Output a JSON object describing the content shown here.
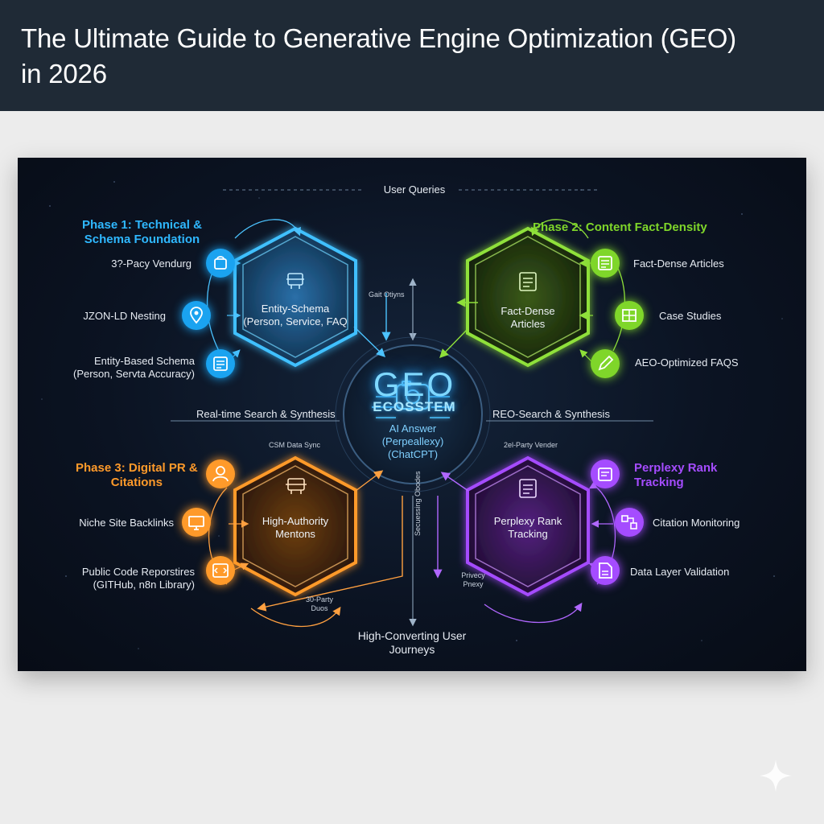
{
  "header": {
    "title": "The Ultimate Guide to Generative Engine Optimization (GEO)\n in 2026"
  },
  "diagram": {
    "top_label": "User Queries",
    "bottom_label": "High-Converting User\nJourneys",
    "center_title": "GEO",
    "center_subtitle": "ECOSSTEM",
    "center_node": "AI Answer\n(Perpeallexy)\n(ChatCPT)",
    "left_flow": "Real-time Search & Synthesis",
    "right_flow": "REO-Search & Synthesis",
    "gait_label": "Gait Otiyns",
    "csm_label": "CSM Data Sync",
    "vender_label": "2el-Party Vender",
    "vertical_label": "Secuessing Obodes",
    "party_bottom": "30-Party\nDuos",
    "privacy_label": "Privecy\nPnexy",
    "phases": [
      {
        "id": "phase1",
        "title": "Phase 1: Technical &\nSchema Foundation",
        "color": "#2fb8ff",
        "hex_label": "Entity-Schema\n(Person, Service, FAQ",
        "items": [
          "3?-Pacy Vendurg",
          "JZON-LD Nesting",
          "Entity-Based Schema\n(Person, Servta Accuracy)"
        ],
        "icons": [
          "shopping-bag-icon",
          "location-pin-icon",
          "document-list-icon"
        ]
      },
      {
        "id": "phase2",
        "title": "Phase 2: Content Fact-Density",
        "color": "#7fd62a",
        "hex_label": "Fact-Dense\nArticles",
        "items": [
          "Fact-Dense Articles",
          "Case Studies",
          "AEO-Optimized FAQS"
        ],
        "icons": [
          "article-icon",
          "grid-icon",
          "pencil-icon"
        ]
      },
      {
        "id": "phase3",
        "title": "Phase 3: Digital PR &\nCitations",
        "color": "#ff9a2a",
        "hex_label": "High-Authority\nMentons",
        "items": [
          "Niche Site Backlinks",
          "Public Code Reporstires\n(GITHub, n8n Library)"
        ],
        "icons": [
          "user-icon",
          "monitor-icon",
          "code-icon"
        ]
      },
      {
        "id": "phase4",
        "title": "Perplexy Rank\nTracking",
        "color": "#a54cff",
        "hex_label": "Perplexy Rank\nTracking",
        "items": [
          "Citation Monitoring",
          "Data Layer Validation"
        ],
        "icons": [
          "pin-doc-icon",
          "flowchart-icon",
          "doc-check-icon"
        ]
      }
    ]
  },
  "colors": {
    "phase1": "#2fb8ff",
    "phase2": "#7fd62a",
    "phase3": "#ff9a2a",
    "phase4": "#a54cff",
    "header_bg": "#1f2a36"
  }
}
